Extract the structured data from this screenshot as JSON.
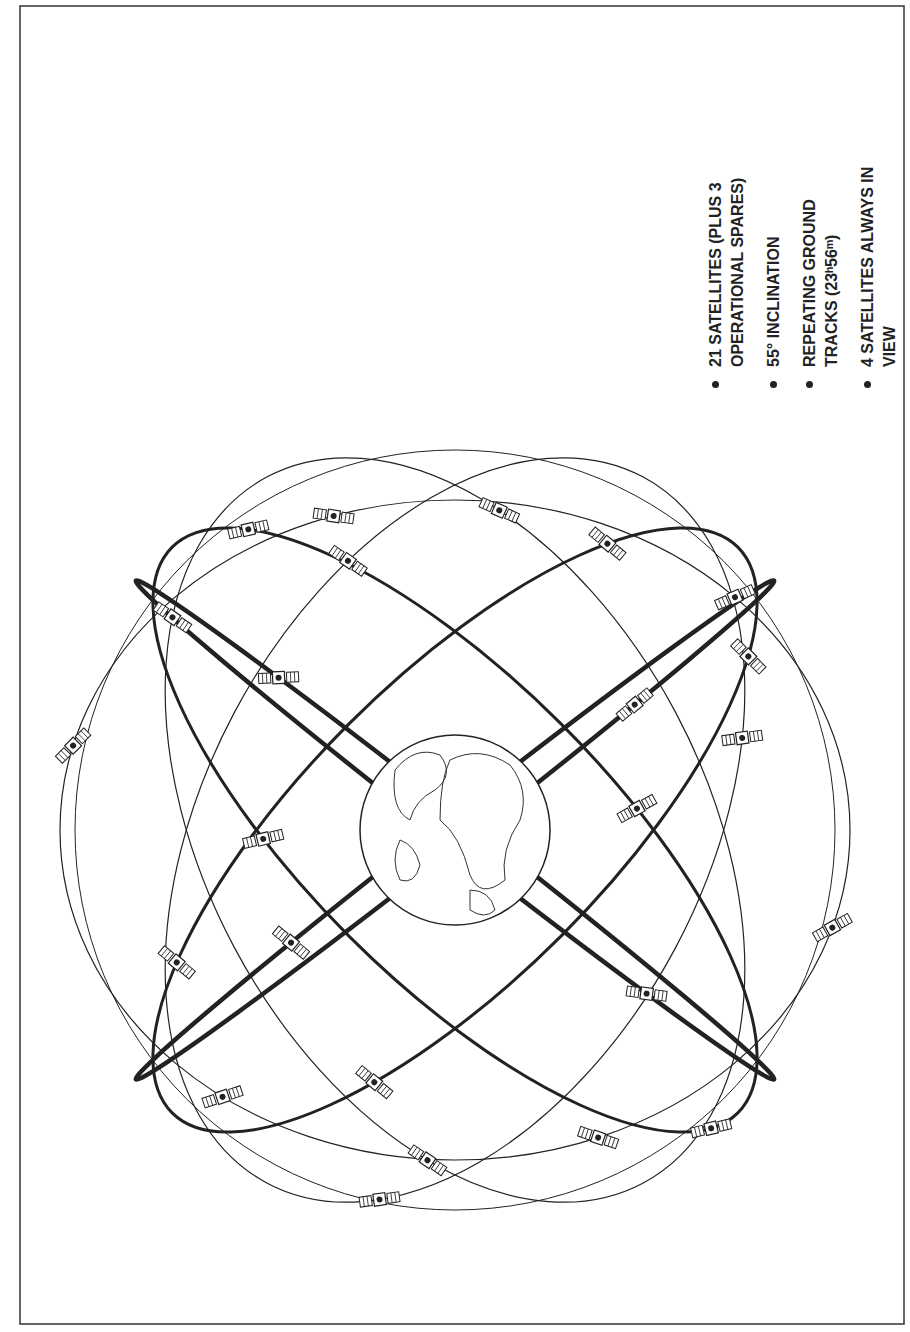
{
  "diagram": {
    "labels": [
      "21 SATELLITES (PLUS 3 OPERATIONAL SPARES)",
      "55° INCLINATION",
      "REPEATING GROUND TRACKS (23ʰ56ᵐ)",
      "4 SATELLITES ALWAYS IN VIEW"
    ]
  }
}
